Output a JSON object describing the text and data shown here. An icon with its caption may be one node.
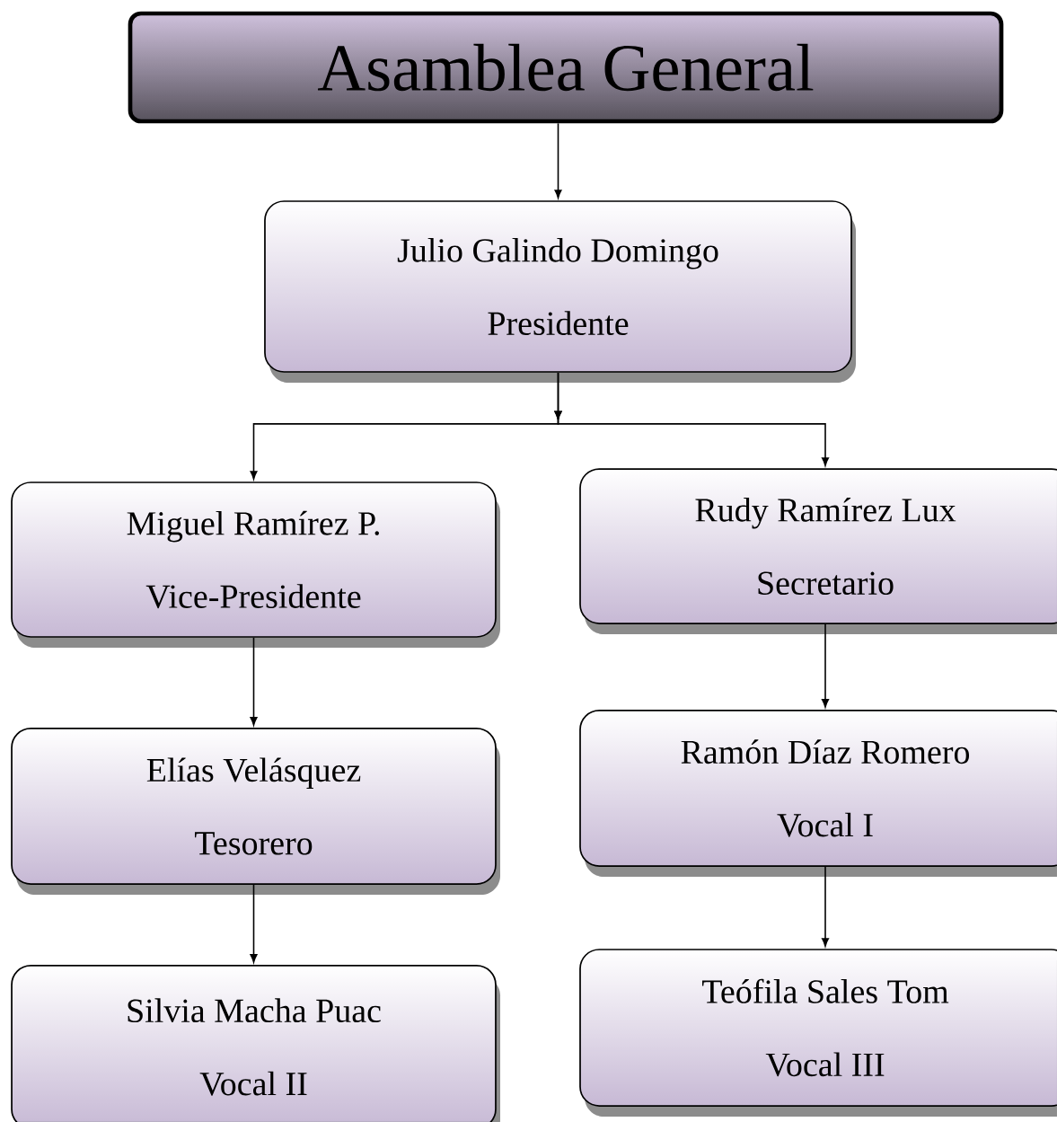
{
  "diagram": {
    "nodes": [
      {
        "text": [
          "Asamblea General"
        ]
      },
      {
        "text": [
          "Julio Galindo Domingo",
          "Presidente"
        ]
      },
      {
        "text": [
          "Miguel Ramírez P.",
          "Vice-Presidente"
        ]
      },
      {
        "text": [
          "Rudy Ramírez Lux",
          "Secretario"
        ]
      },
      {
        "text": [
          "Elías Velásquez",
          "Tesorero"
        ]
      },
      {
        "text": [
          "Ramón Díaz Romero",
          "Vocal I"
        ]
      },
      {
        "text": [
          "Silvia Macha Puac",
          "Vocal II"
        ]
      },
      {
        "text": [
          "Teófila Sales Tom",
          "Vocal III"
        ]
      }
    ],
    "edges": [
      {
        "from": 0,
        "to": 1,
        "arrow": "to"
      },
      {
        "from": 1,
        "to": 2,
        "arrow": "to"
      },
      {
        "from": 1,
        "to": 3,
        "arrow": "to"
      },
      {
        "from": 2,
        "to": 4,
        "arrow": "to"
      },
      {
        "from": 3,
        "to": 5,
        "arrow": "to"
      },
      {
        "from": 4,
        "to": 6,
        "arrow": "to"
      },
      {
        "from": 5,
        "to": 7,
        "arrow": "to"
      }
    ]
  }
}
